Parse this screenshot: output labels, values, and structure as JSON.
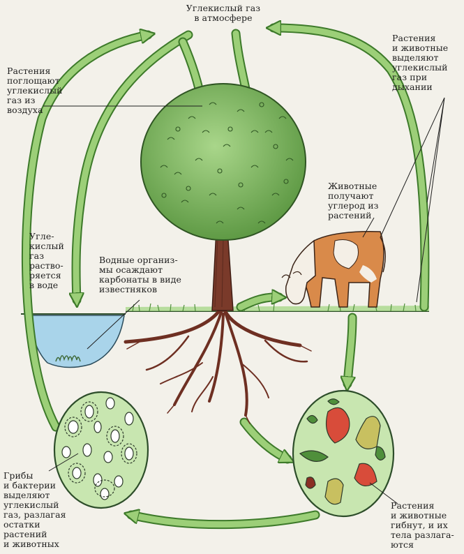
{
  "labels": {
    "atmosphere": "Углекислый газ\nв атмосфере",
    "plants_absorb": "Растения\nпоглощают\nуглекислый\nгаз из\nвоздуха",
    "respiration": "Растения\nи животные\nвыделяют\nуглекислый\nгаз при\nдыхании",
    "animals_carbon": "Животные\nполучают\nуглерод из\nрастений",
    "dissolves": "Угле-\nкислый\nгаз\nраство-\nряется\nв воде",
    "aquatic": "Водные организ-\nмы осаждают\nкарбонаты в виде\nизвестняков",
    "decomposers": "Грибы\nи бактерии\nвыделяют\nуглекислый\nгаз, разлагая\nостатки\nрастений\nи животных",
    "decay": "Растения\nи животные\nгибнут, и их\nтела разлага-\nются"
  },
  "colors": {
    "arrow_fill": "#9ccf78",
    "arrow_stroke": "#3d7a2a",
    "tree_crown": "#7fb55e",
    "trunk": "#7a3a2a",
    "water": "#a9d4ea",
    "circle_fill": "#c8e6b0",
    "cow_body": "#d98a4a"
  }
}
